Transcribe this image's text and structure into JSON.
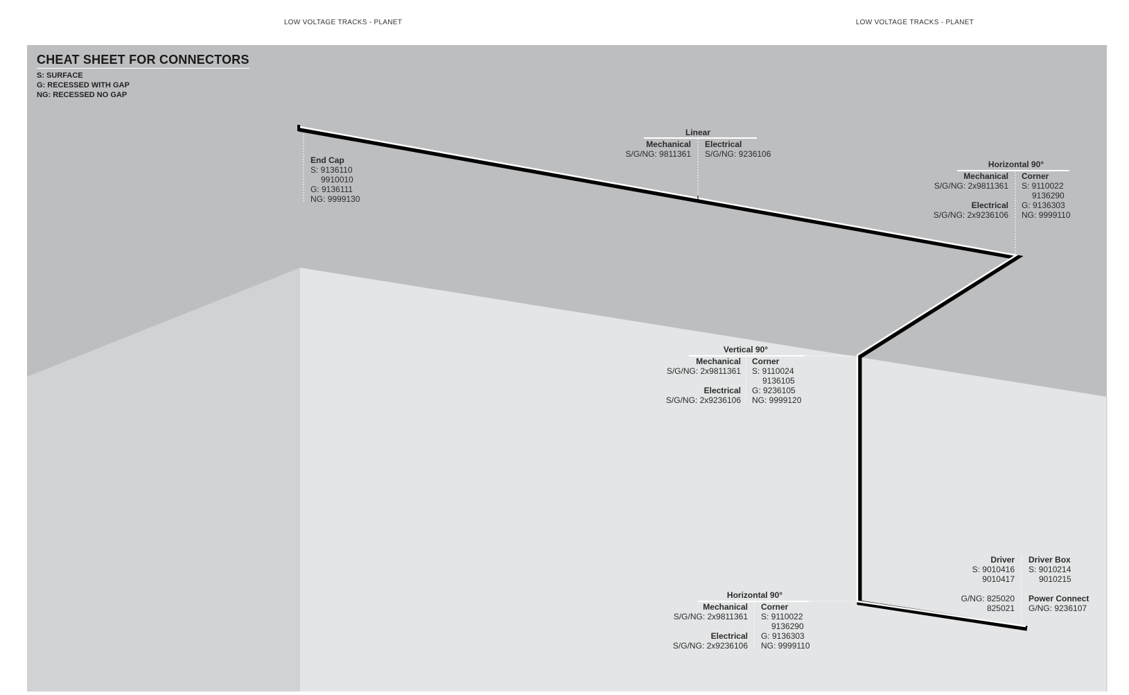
{
  "header": {
    "left": "LOW VOLTAGE TRACKS - PLANET",
    "right": "LOW VOLTAGE TRACKS - PLANET"
  },
  "title": "CHEAT SHEET FOR CONNECTORS",
  "legend": [
    "S: SURFACE",
    "G: RECESSED WITH GAP",
    "NG: RECESSED NO GAP"
  ],
  "colors": {
    "ceiling": "#bdbec0",
    "left_wall": "#d1d2d4",
    "back_wall": "#e4e5e6",
    "track": "#000000"
  },
  "end_cap": {
    "title": "End Cap",
    "lines": [
      "S: 9136110",
      "9910010",
      "G: 9136111",
      "NG: 9999130"
    ]
  },
  "linear": {
    "title": "Linear",
    "mech_title": "Mechanical",
    "mech": "S/G/NG: 9811361",
    "elec_title": "Electrical",
    "elec": "S/G/NG: 9236106"
  },
  "horizontal_top": {
    "title": "Horizontal 90°",
    "mech_title": "Mechanical",
    "mech": "S/G/NG: 2x9811361",
    "elec_title": "Electrical",
    "elec": "S/G/NG: 2x9236106",
    "corner_title": "Corner",
    "corner": [
      "S: 9110022",
      "9136290",
      "G: 9136303",
      "NG: 9999110"
    ]
  },
  "vertical": {
    "title": "Vertical 90°",
    "mech_title": "Mechanical",
    "mech": "S/G/NG: 2x9811361",
    "elec_title": "Electrical",
    "elec": "S/G/NG: 2x9236106",
    "corner_title": "Corner",
    "corner": [
      "S: 9110024",
      "9136105",
      "G: 9236105",
      "NG: 9999120"
    ]
  },
  "horizontal_bottom": {
    "title": "Horizontal 90°",
    "mech_title": "Mechanical",
    "mech": "S/G/NG: 2x9811361",
    "elec_title": "Electrical",
    "elec": "S/G/NG: 2x9236106",
    "corner_title": "Corner",
    "corner": [
      "S: 9110022",
      "9136290",
      "G: 9136303",
      "NG: 9999110"
    ]
  },
  "driver": {
    "title": "Driver",
    "s": [
      "S: 9010416",
      "9010417"
    ],
    "gng": [
      "G/NG: 825020",
      "825021"
    ],
    "box_title": "Driver Box",
    "box": [
      "S: 9010214",
      "9010215"
    ],
    "power_title": "Power Connect",
    "power": "G/NG: 9236107"
  }
}
